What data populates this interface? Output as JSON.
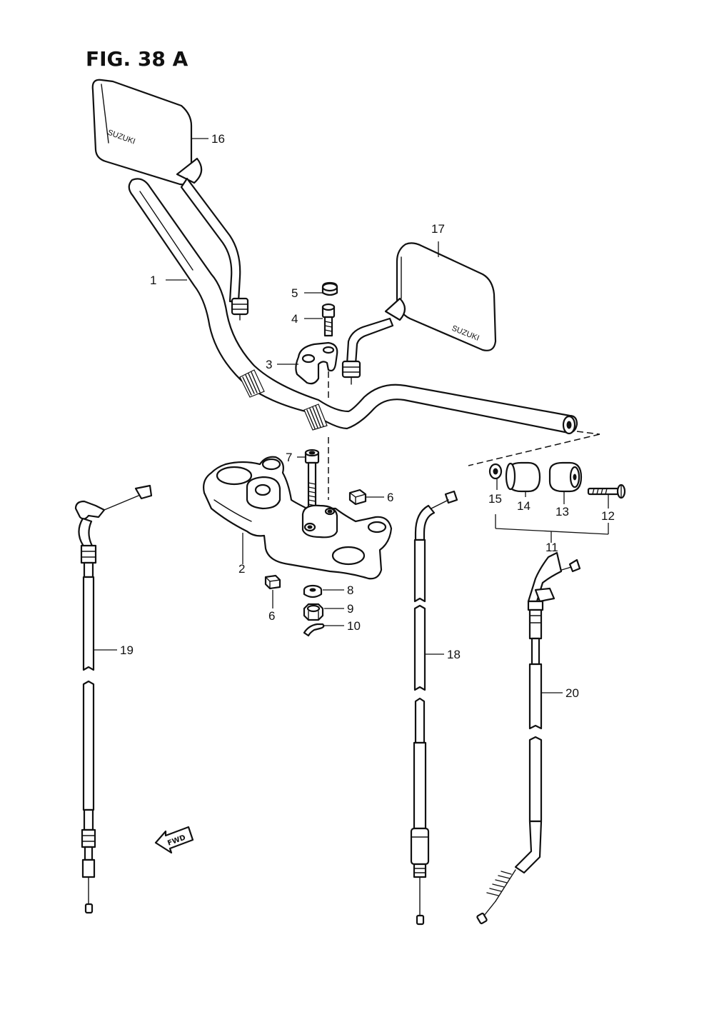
{
  "figure": {
    "title": "FIG. 38 A"
  },
  "brand_marks": {
    "left_mirror": "SUZUKI",
    "right_mirror": "SUZUKI"
  },
  "direction_marker": {
    "label": "FWD"
  },
  "callouts": [
    "1",
    "2",
    "3",
    "4",
    "5",
    "6",
    "6",
    "7",
    "8",
    "9",
    "10",
    "11",
    "12",
    "13",
    "14",
    "15",
    "16",
    "17",
    "18",
    "19",
    "20"
  ],
  "part_icons": [
    "handlebar-icon",
    "top-bridge-icon",
    "holder-icon",
    "bolt-icon",
    "cap-icon",
    "cushion-icon",
    "cushion-icon",
    "bolt-icon",
    "washer-icon",
    "nut-icon",
    "cotter-pin-icon",
    "balancer-set-icon",
    "screw-icon",
    "balancer-icon",
    "balancer-icon",
    "washer-icon",
    "mirror-icon",
    "mirror-icon",
    "cable-icon",
    "cable-icon",
    "cable-icon"
  ]
}
